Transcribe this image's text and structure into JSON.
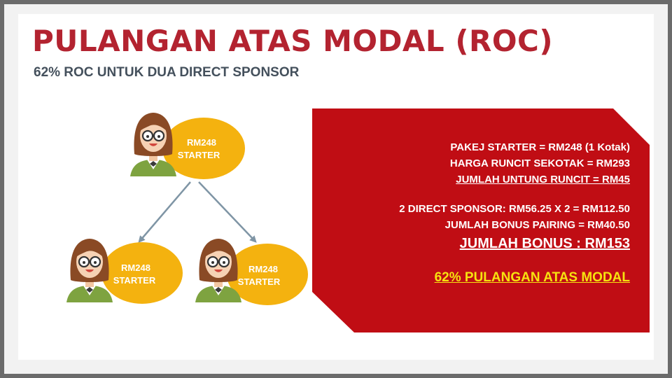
{
  "slide": {
    "title": "PULANGAN ATAS MODAL (ROC)",
    "subtitle": "62% ROC UNTUK DUA DIRECT SPONSOR"
  },
  "tree": {
    "nodes": [
      {
        "id": "top",
        "line1": "RM248",
        "line2": "STARTER"
      },
      {
        "id": "left",
        "line1": "RM248",
        "line2": "STARTER"
      },
      {
        "id": "right",
        "line1": "RM248",
        "line2": "STARTER"
      }
    ]
  },
  "panel": {
    "line1": "PAKEJ STARTER = RM248 (1 Kotak)",
    "line2": "HARGA RUNCIT SEKOTAK = RM293",
    "line3": "JUMLAH UNTUNG RUNCIT = RM45",
    "line4": "2 DIRECT SPONSOR: RM56.25 X 2 = RM112.50",
    "line5": "JUMLAH BONUS PAIRING = RM40.50",
    "line6": "JUMLAH BONUS : RM153",
    "line7": "62% PULANGAN ATAS MODAL"
  },
  "colors": {
    "title": "#b32330",
    "subtitle": "#44505c",
    "panel": "#c00d14",
    "ellipse": "#f4b20f",
    "highlight": "#f6e20f",
    "arrow": "#7f95a5"
  }
}
